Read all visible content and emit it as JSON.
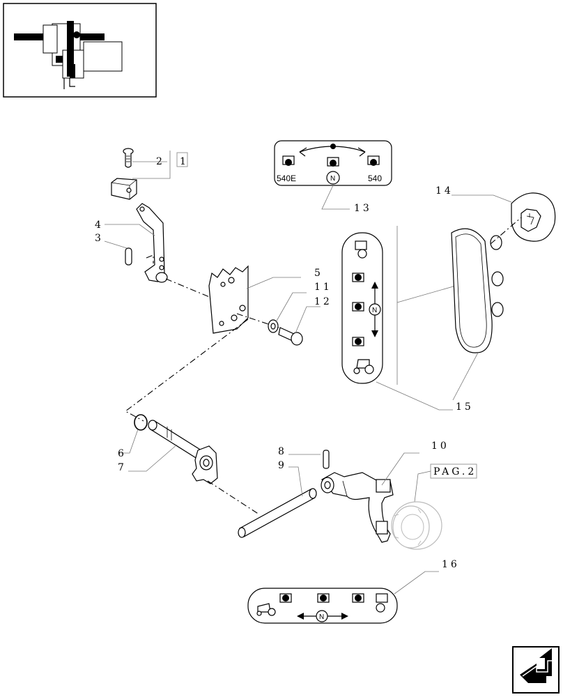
{
  "parts": [
    {
      "id": "p1",
      "label": "1"
    },
    {
      "id": "p2",
      "label": "2"
    },
    {
      "id": "p3",
      "label": "3"
    },
    {
      "id": "p4",
      "label": "4"
    },
    {
      "id": "p5",
      "label": "5"
    },
    {
      "id": "p6",
      "label": "6"
    },
    {
      "id": "p7",
      "label": "7"
    },
    {
      "id": "p8",
      "label": "8"
    },
    {
      "id": "p9",
      "label": "9"
    },
    {
      "id": "p10",
      "label": "10"
    },
    {
      "id": "p11",
      "label": "11"
    },
    {
      "id": "p12",
      "label": "12"
    },
    {
      "id": "p13",
      "label": "13"
    },
    {
      "id": "p14",
      "label": "14"
    },
    {
      "id": "p15",
      "label": "15"
    },
    {
      "id": "p16",
      "label": "16"
    }
  ],
  "page_ref": "PAG.2",
  "plate13": {
    "left": "540E",
    "center": "N",
    "right": "540"
  },
  "plate15": {
    "center": "N"
  },
  "plate16": {
    "center": "N"
  }
}
